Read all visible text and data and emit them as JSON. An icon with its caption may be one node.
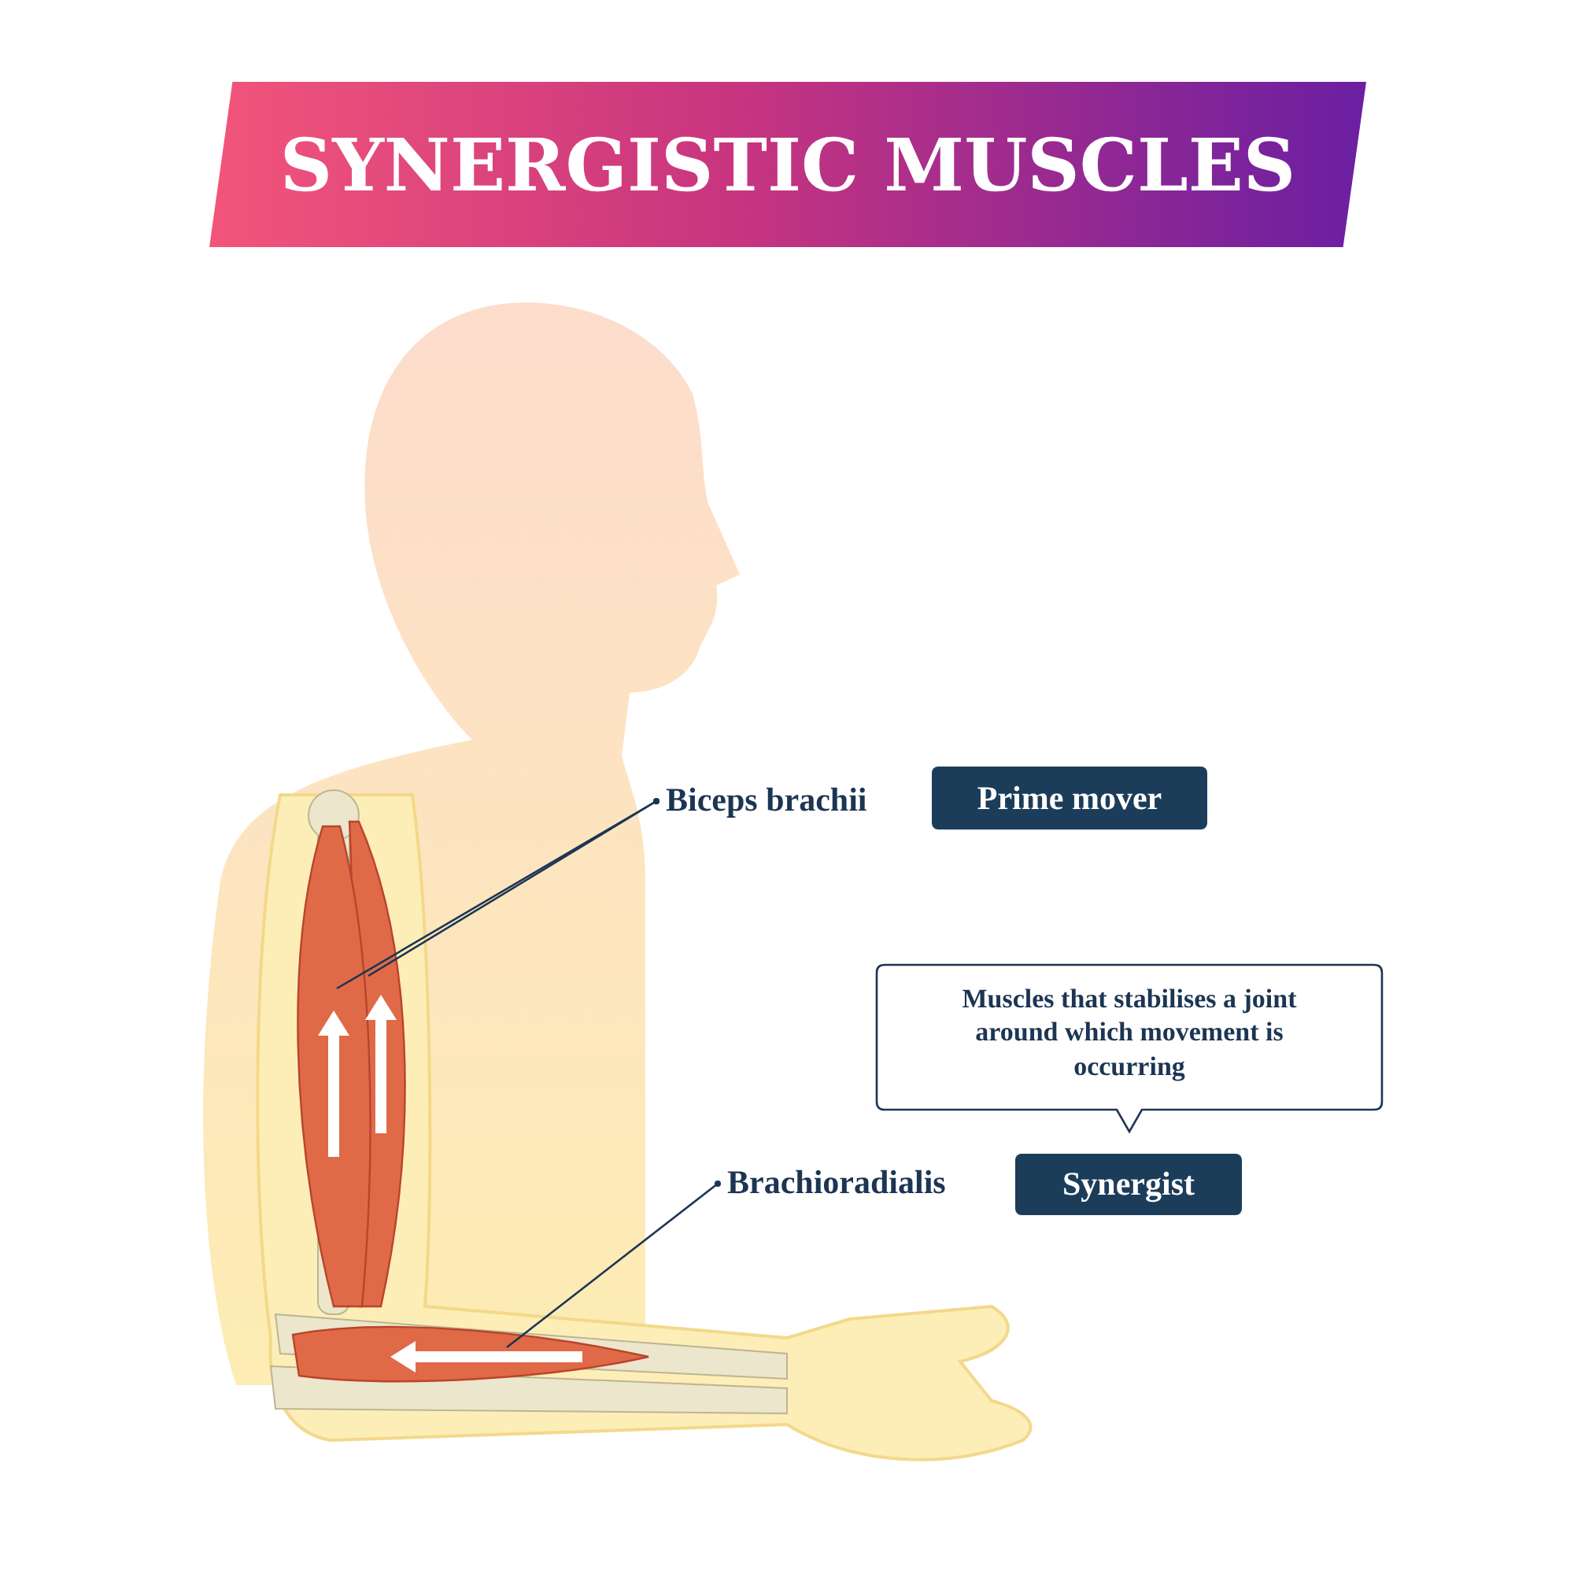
{
  "diagram": {
    "title": "SYNERGISTIC MUSCLES",
    "nodes": [
      {
        "text": [
          "Biceps brachii"
        ]
      },
      {
        "text": [
          "Prime mover"
        ]
      },
      {
        "text": [
          "Muscles that stabilises a joint around which movement is occurring"
        ]
      },
      {
        "text": [
          "Brachioradialis"
        ]
      },
      {
        "text": [
          "Synergist"
        ]
      },
      {
        "text": [],
        "shape": "picture"
      },
      {
        "text": [],
        "shape": "picture"
      },
      {
        "text": [],
        "shape": "picture"
      }
    ],
    "edges": [
      {
        "from": 0,
        "to": 6,
        "arrow": "other"
      },
      {
        "from": 0,
        "to": 5,
        "arrow": "other"
      },
      {
        "from": 3,
        "to": 7,
        "arrow": "other"
      }
    ]
  }
}
